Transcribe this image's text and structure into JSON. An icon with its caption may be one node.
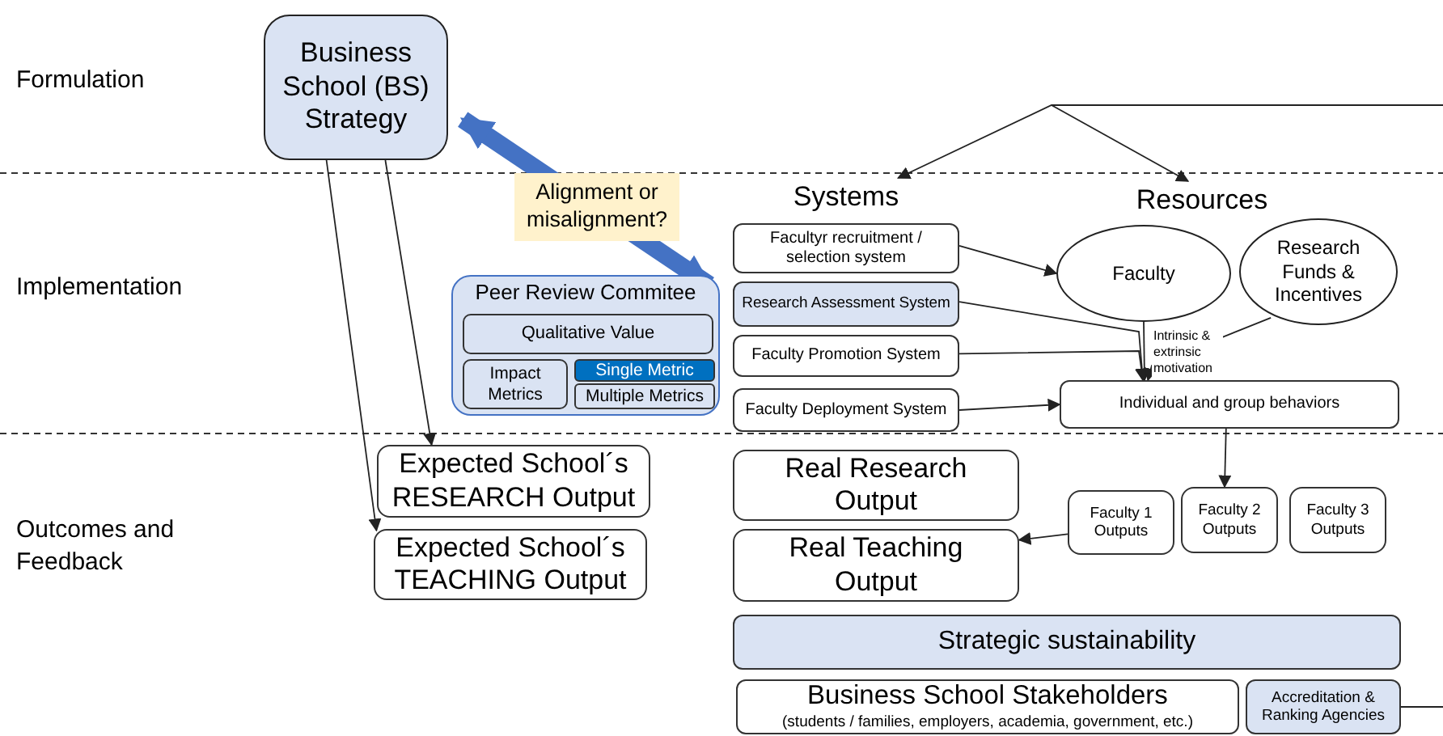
{
  "diagram": {
    "nodes": [
      {
        "text": [
          "Business School (BS) Strategy"
        ]
      },
      {
        "text": [
          "Systems"
        ]
      },
      {
        "text": [
          "Resources"
        ]
      },
      {
        "text": [
          "Peer Review Commitee"
        ]
      },
      {
        "text": [
          "Qualitative Value"
        ],
        "in": 3
      },
      {
        "text": [
          "Impact Metrics"
        ],
        "in": 3
      },
      {
        "text": [
          "Single Metric"
        ],
        "in": 3
      },
      {
        "text": [
          "Multiple Metrics"
        ],
        "in": 3
      },
      {
        "text": [
          "Facultyr recruitment / selection system"
        ]
      },
      {
        "text": [
          "Research Assessment System"
        ]
      },
      {
        "text": [
          "Faculty Promotion System"
        ]
      },
      {
        "text": [
          "Faculty Deployment  System"
        ]
      },
      {
        "text": [
          "Faculty"
        ]
      },
      {
        "text": [
          "Research Funds & Incentives"
        ]
      },
      {
        "text": [
          "Individual and group behaviors"
        ]
      },
      {
        "text": [
          "Expected School´s RESEARCH Output"
        ]
      },
      {
        "text": [
          "Expected School´s TEACHING Output"
        ]
      },
      {
        "text": [
          "Real Research Output"
        ]
      },
      {
        "text": [
          "Real Teaching Output"
        ]
      },
      {
        "text": [
          "Faculty 1 Outputs"
        ]
      },
      {
        "text": [
          "Faculty 2 Outputs"
        ]
      },
      {
        "text": [
          "Faculty 3 Outputs"
        ]
      },
      {
        "text": [
          "Strategic sustainability"
        ]
      },
      {
        "text": [
          "Business School Stakeholders",
          "(students / families, employers, academia, government, etc.)"
        ]
      },
      {
        "text": [
          "Accreditation & Ranking Agencies"
        ]
      }
    ],
    "edges": [
      {
        "from": null,
        "to": 1,
        "arrow": "to"
      },
      {
        "from": null,
        "to": 2,
        "arrow": "to"
      },
      {
        "from": 0,
        "to": 3,
        "arrow": "both",
        "style": "thick",
        "color": "#4472c4",
        "label": "Alignment or misalignment?"
      },
      {
        "from": 8,
        "to": 12,
        "arrow": "to"
      },
      {
        "from": 12,
        "to": 14,
        "arrow": "to"
      },
      {
        "from": 9,
        "to": 14,
        "arrow": "to"
      },
      {
        "from": 10,
        "to": 14,
        "arrow": "to"
      },
      {
        "from": 13,
        "to": 14,
        "arrow": "to",
        "label": "Intrinsic & extrinsic motivation"
      },
      {
        "from": 11,
        "to": 14,
        "arrow": "to"
      },
      {
        "from": 0,
        "to": 15,
        "arrow": "to"
      },
      {
        "from": 0,
        "to": 16,
        "arrow": "to"
      },
      {
        "from": 14,
        "to": 20,
        "arrow": "to"
      },
      {
        "from": 19,
        "to": 18,
        "arrow": "to"
      },
      {
        "from": 24,
        "to": null,
        "arrow": "none"
      }
    ],
    "labels": [
      "Formulation",
      "Implementation",
      "Outcomes and Feedback"
    ]
  }
}
